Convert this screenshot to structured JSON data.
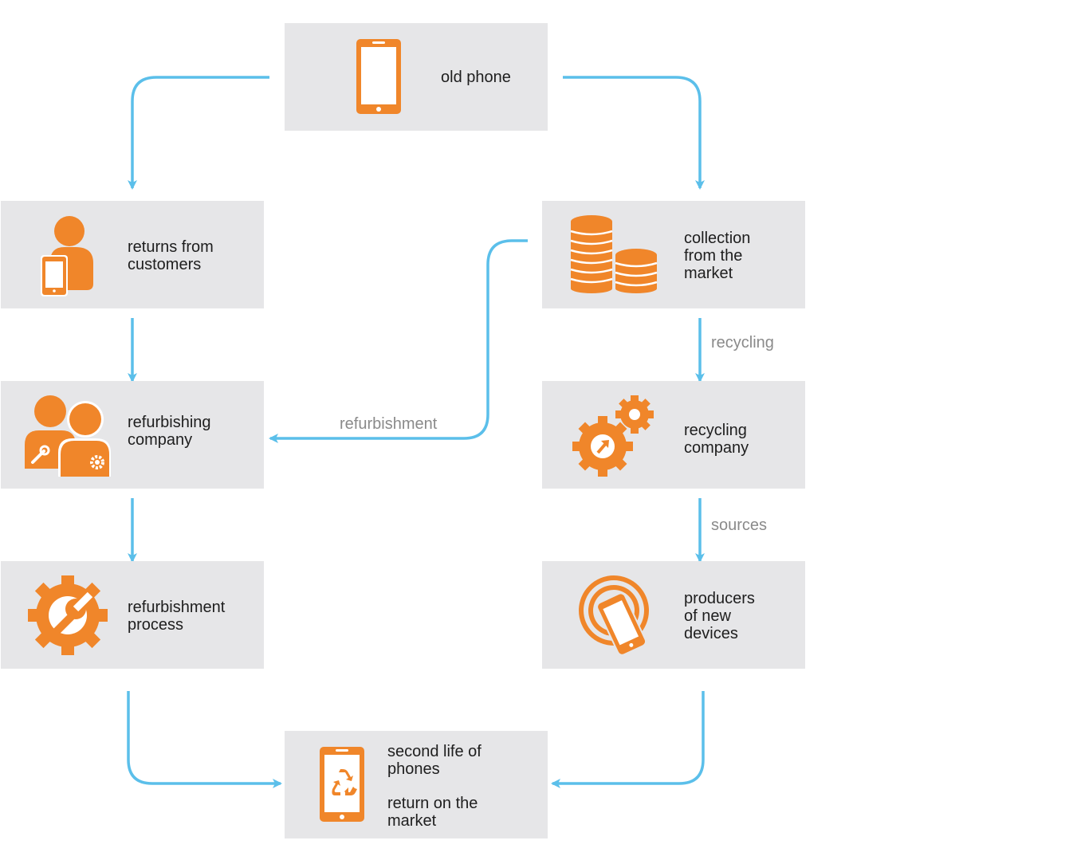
{
  "colors": {
    "arrow": "#5bbfea",
    "icon": "#f0862a",
    "box": "#e6e6e8",
    "text": "#1e1e1e",
    "edge_text": "#8a8a8a"
  },
  "nodes": {
    "old_phone": {
      "label": "old phone",
      "icon": "phone-icon"
    },
    "returns": {
      "label": "returns from\ncustomers",
      "icon": "customer-with-phone-icon"
    },
    "collection": {
      "label": "collection\nfrom the\nmarket",
      "icon": "coin-stacks-icon"
    },
    "refurbishing_company": {
      "label": "refurbishing\ncompany",
      "icon": "workers-icon"
    },
    "recycling_company": {
      "label": "recycling\ncompany",
      "icon": "gears-icon"
    },
    "refurbishment_process": {
      "label": "refurbishment\nprocess",
      "icon": "gear-wrench-icon"
    },
    "producers": {
      "label": "producers\nof new\ndevices",
      "icon": "phone-signal-icon"
    },
    "second_life": {
      "label": "second life of\nphones",
      "label2": "return on the\nmarket",
      "icon": "phone-recycle-icon"
    }
  },
  "edges": {
    "refurbishment": "refurbishment",
    "recycling": "recycling",
    "sources": "sources"
  }
}
